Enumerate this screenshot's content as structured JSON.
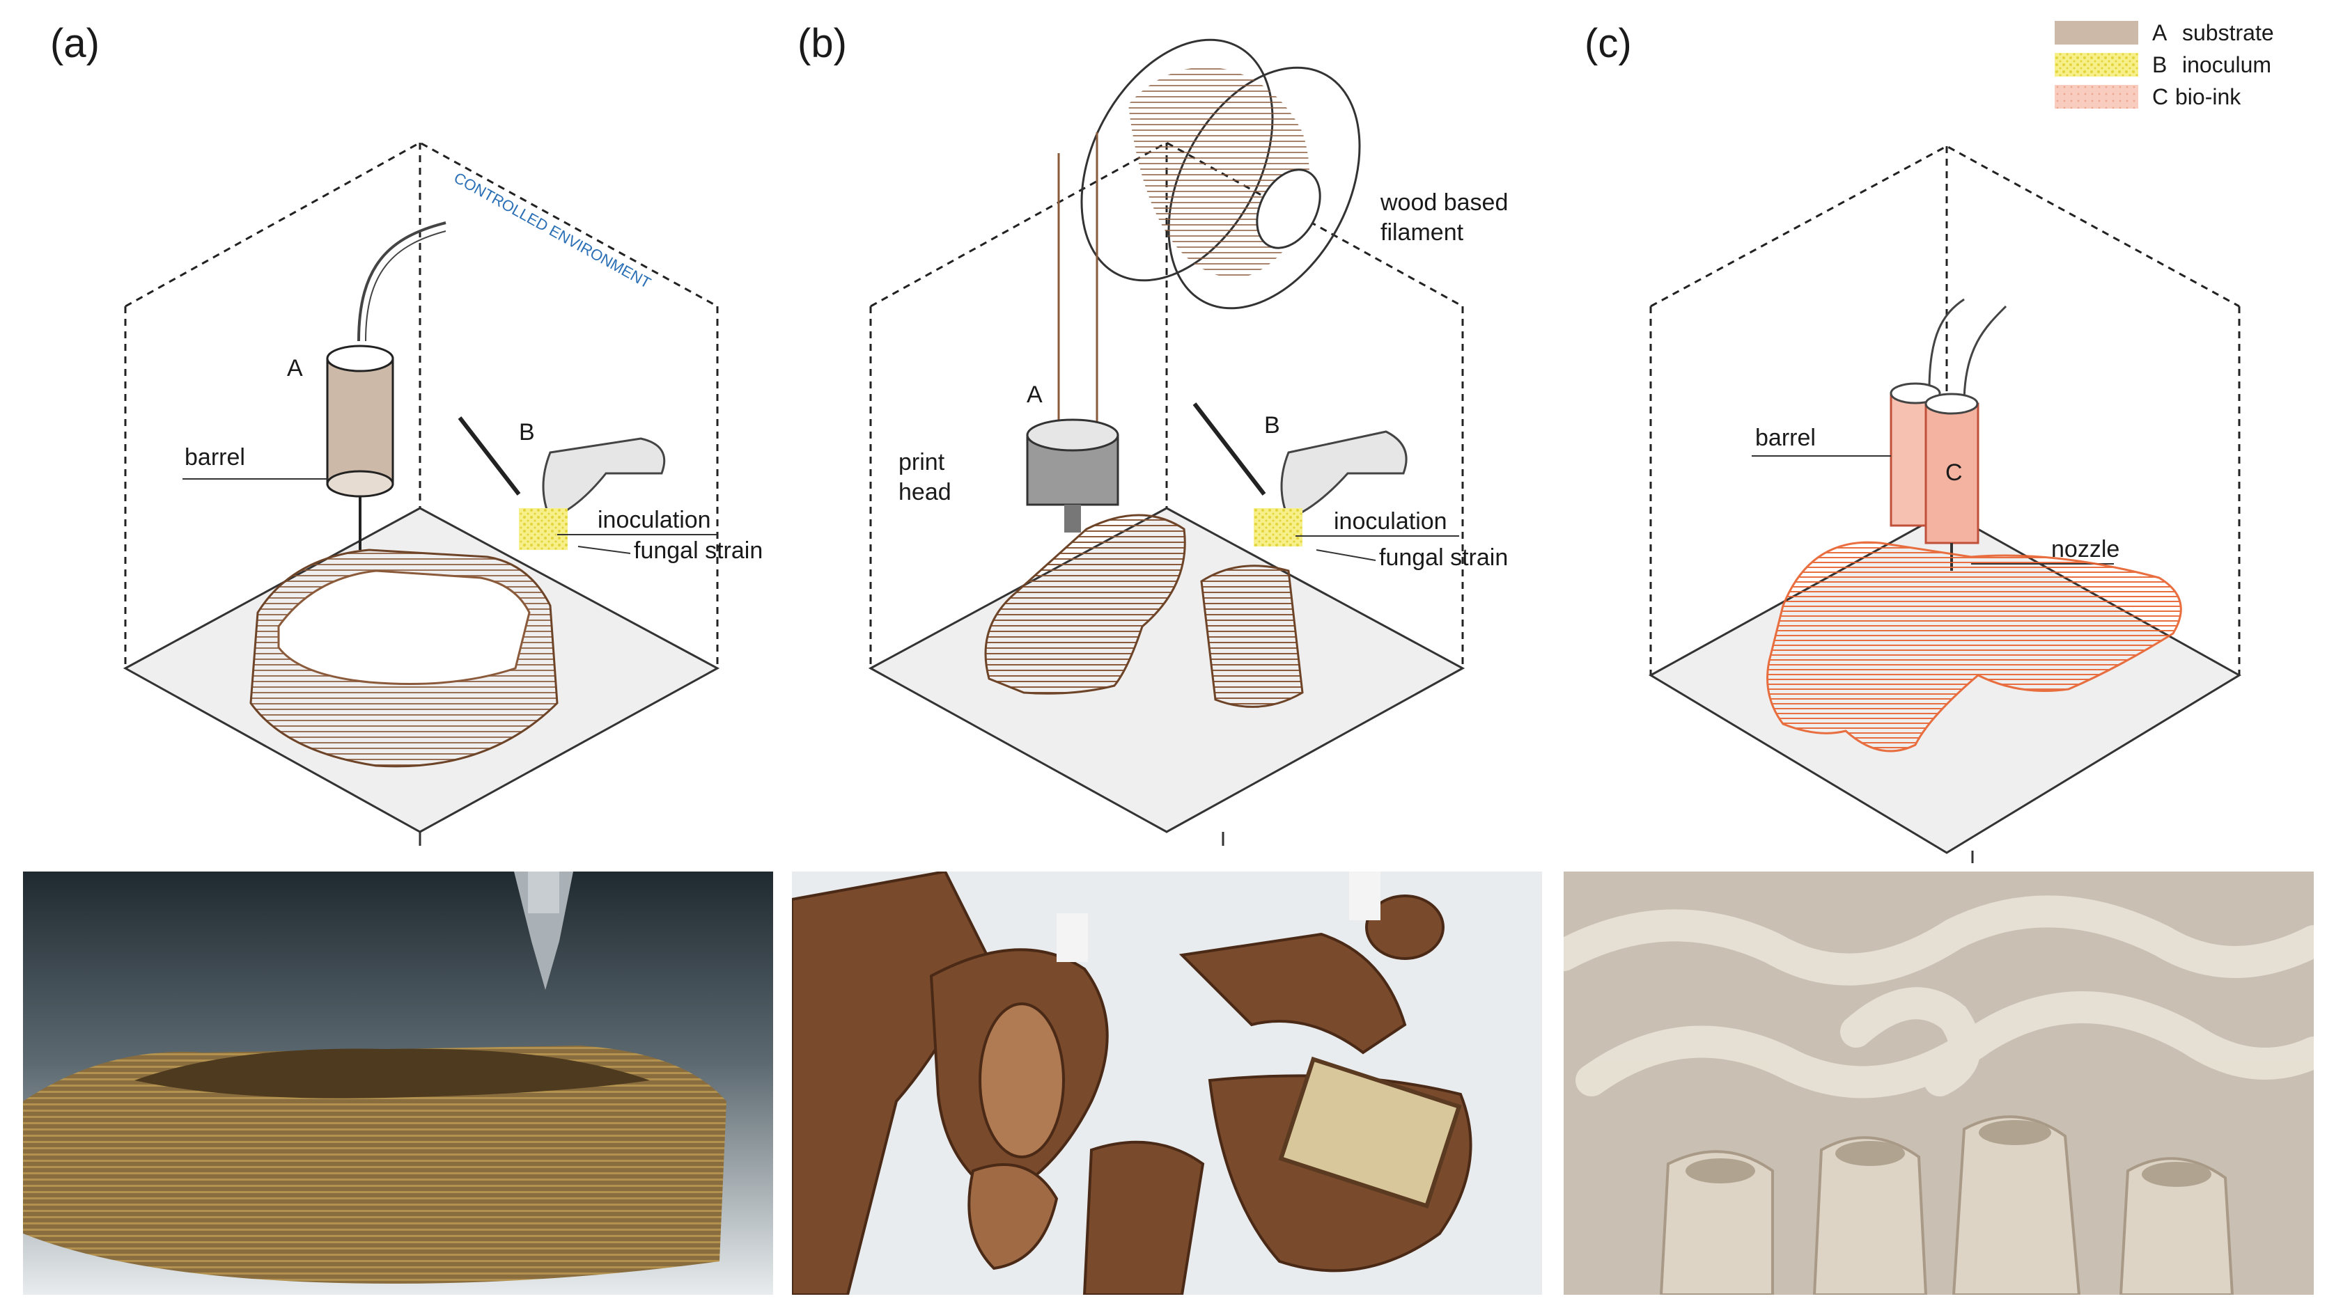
{
  "panels": [
    {
      "id": "a",
      "letter": "(a)",
      "env_label": "CONTROLLED ENVIRONMENT",
      "labels": {
        "component_a": "A",
        "barrel": "barrel",
        "component_b": "B",
        "inoculation": "inoculation",
        "fungal_strain": "fungal strain"
      },
      "photo_icon": "photo-printed-mycelium-vessel"
    },
    {
      "id": "b",
      "letter": "(b)",
      "labels": {
        "filament_line1": "wood based",
        "filament_line2": "filament",
        "component_a": "A",
        "print_head_line1": "print",
        "print_head_line2": "head",
        "component_b": "B",
        "inoculation": "inoculation",
        "fungal_strain": "fungal strain"
      },
      "photo_icon": "photo-wood-filament-structure"
    },
    {
      "id": "c",
      "letter": "(c)",
      "labels": {
        "barrel": "barrel",
        "component_c": "C",
        "nozzle": "nozzle"
      },
      "photo_icon": "photo-bio-ink-labyrinth"
    }
  ],
  "legend": [
    {
      "key": "A",
      "text": "substrate",
      "color": "#cdb9a8"
    },
    {
      "key": "B",
      "text": "inoculum",
      "color": "#f3ea6a"
    },
    {
      "key": "C",
      "text": "bio-ink",
      "color": "#f6c1b0"
    }
  ],
  "colors": {
    "wood_line": "#8a5a3a",
    "bio_ink": "#e8602c",
    "env_text": "#2a6fb5",
    "plate": "#efefef"
  }
}
